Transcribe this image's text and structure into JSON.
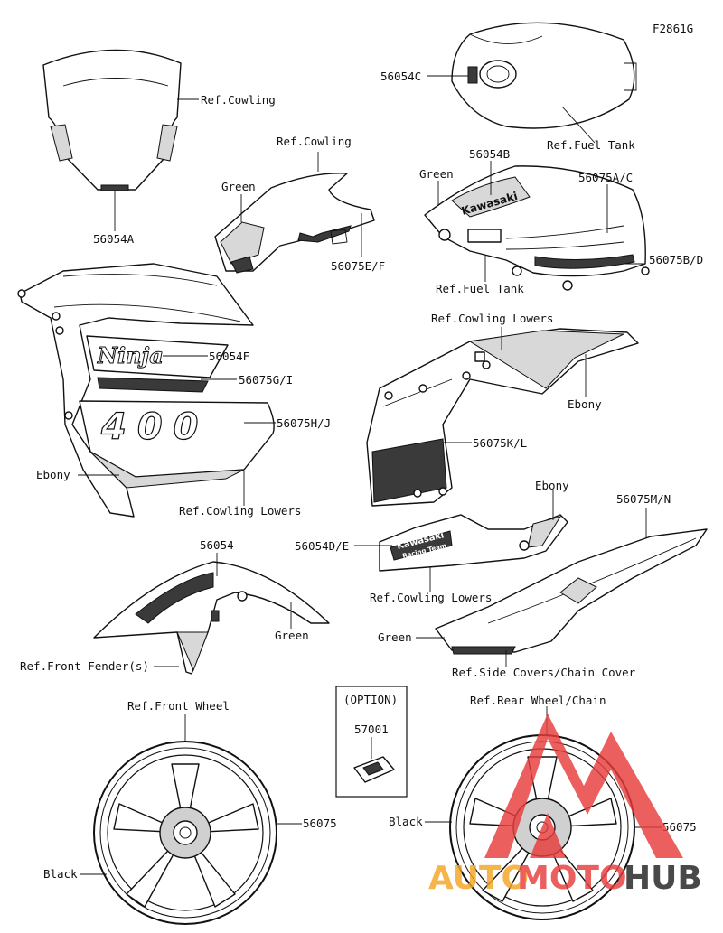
{
  "figure_code": "F2861G",
  "labels": {
    "l_56054C": "56054C",
    "l_ref_cowling_1": "Ref.Cowling",
    "l_ref_fuel_tank_1": "Ref.Fuel Tank",
    "l_ref_cowling_2": "Ref.Cowling",
    "l_green_1": "Green",
    "l_56054A": "56054A",
    "l_56075EF": "56075E/F",
    "l_56054B": "56054B",
    "l_green_2": "Green",
    "l_56075AC": "56075A/C",
    "l_56075BD": "56075B/D",
    "l_ref_fuel_tank_2": "Ref.Fuel Tank",
    "l_ref_cowling_lowers_1": "Ref.Cowling Lowers",
    "l_56054F": "56054F",
    "l_56075GI": "56075G/I",
    "l_56075HJ": "56075H/J",
    "l_ebony_1": "Ebony",
    "l_ref_cowling_lowers_2": "Ref.Cowling Lowers",
    "l_ebony_2": "Ebony",
    "l_56075KL": "56075K/L",
    "l_ebony_3": "Ebony",
    "l_56075MN": "56075M/N",
    "l_56054DE": "56054D/E",
    "l_56054": "56054",
    "l_ref_cowling_lowers_3": "Ref.Cowling Lowers",
    "l_green_3": "Green",
    "l_green_4": "Green",
    "l_ref_front_fenders": "Ref.Front Fender(s)",
    "l_ref_side_covers": "Ref.Side Covers/Chain Cover",
    "l_ref_front_wheel": "Ref.Front Wheel",
    "l_option": "(OPTION)",
    "l_57001": "57001",
    "l_ref_rear_wheel": "Ref.Rear Wheel/Chain",
    "l_black_1": "Black",
    "l_56075_front": "56075",
    "l_56075_rear": "56075",
    "l_black_2": "Black"
  },
  "decal_text": {
    "kawasaki_tank": "Kawasaki",
    "ninja": "Ninja",
    "model_number": "400",
    "kawasaki_lower": "Kawasaki",
    "racing_team": "Racing Team"
  },
  "watermark": {
    "part_a": "AUTO",
    "part_b": "MOTO",
    "part_c": "HUB",
    "color_orange": "#f5a623",
    "color_red": "#e83c3c",
    "color_dark": "#222222"
  }
}
